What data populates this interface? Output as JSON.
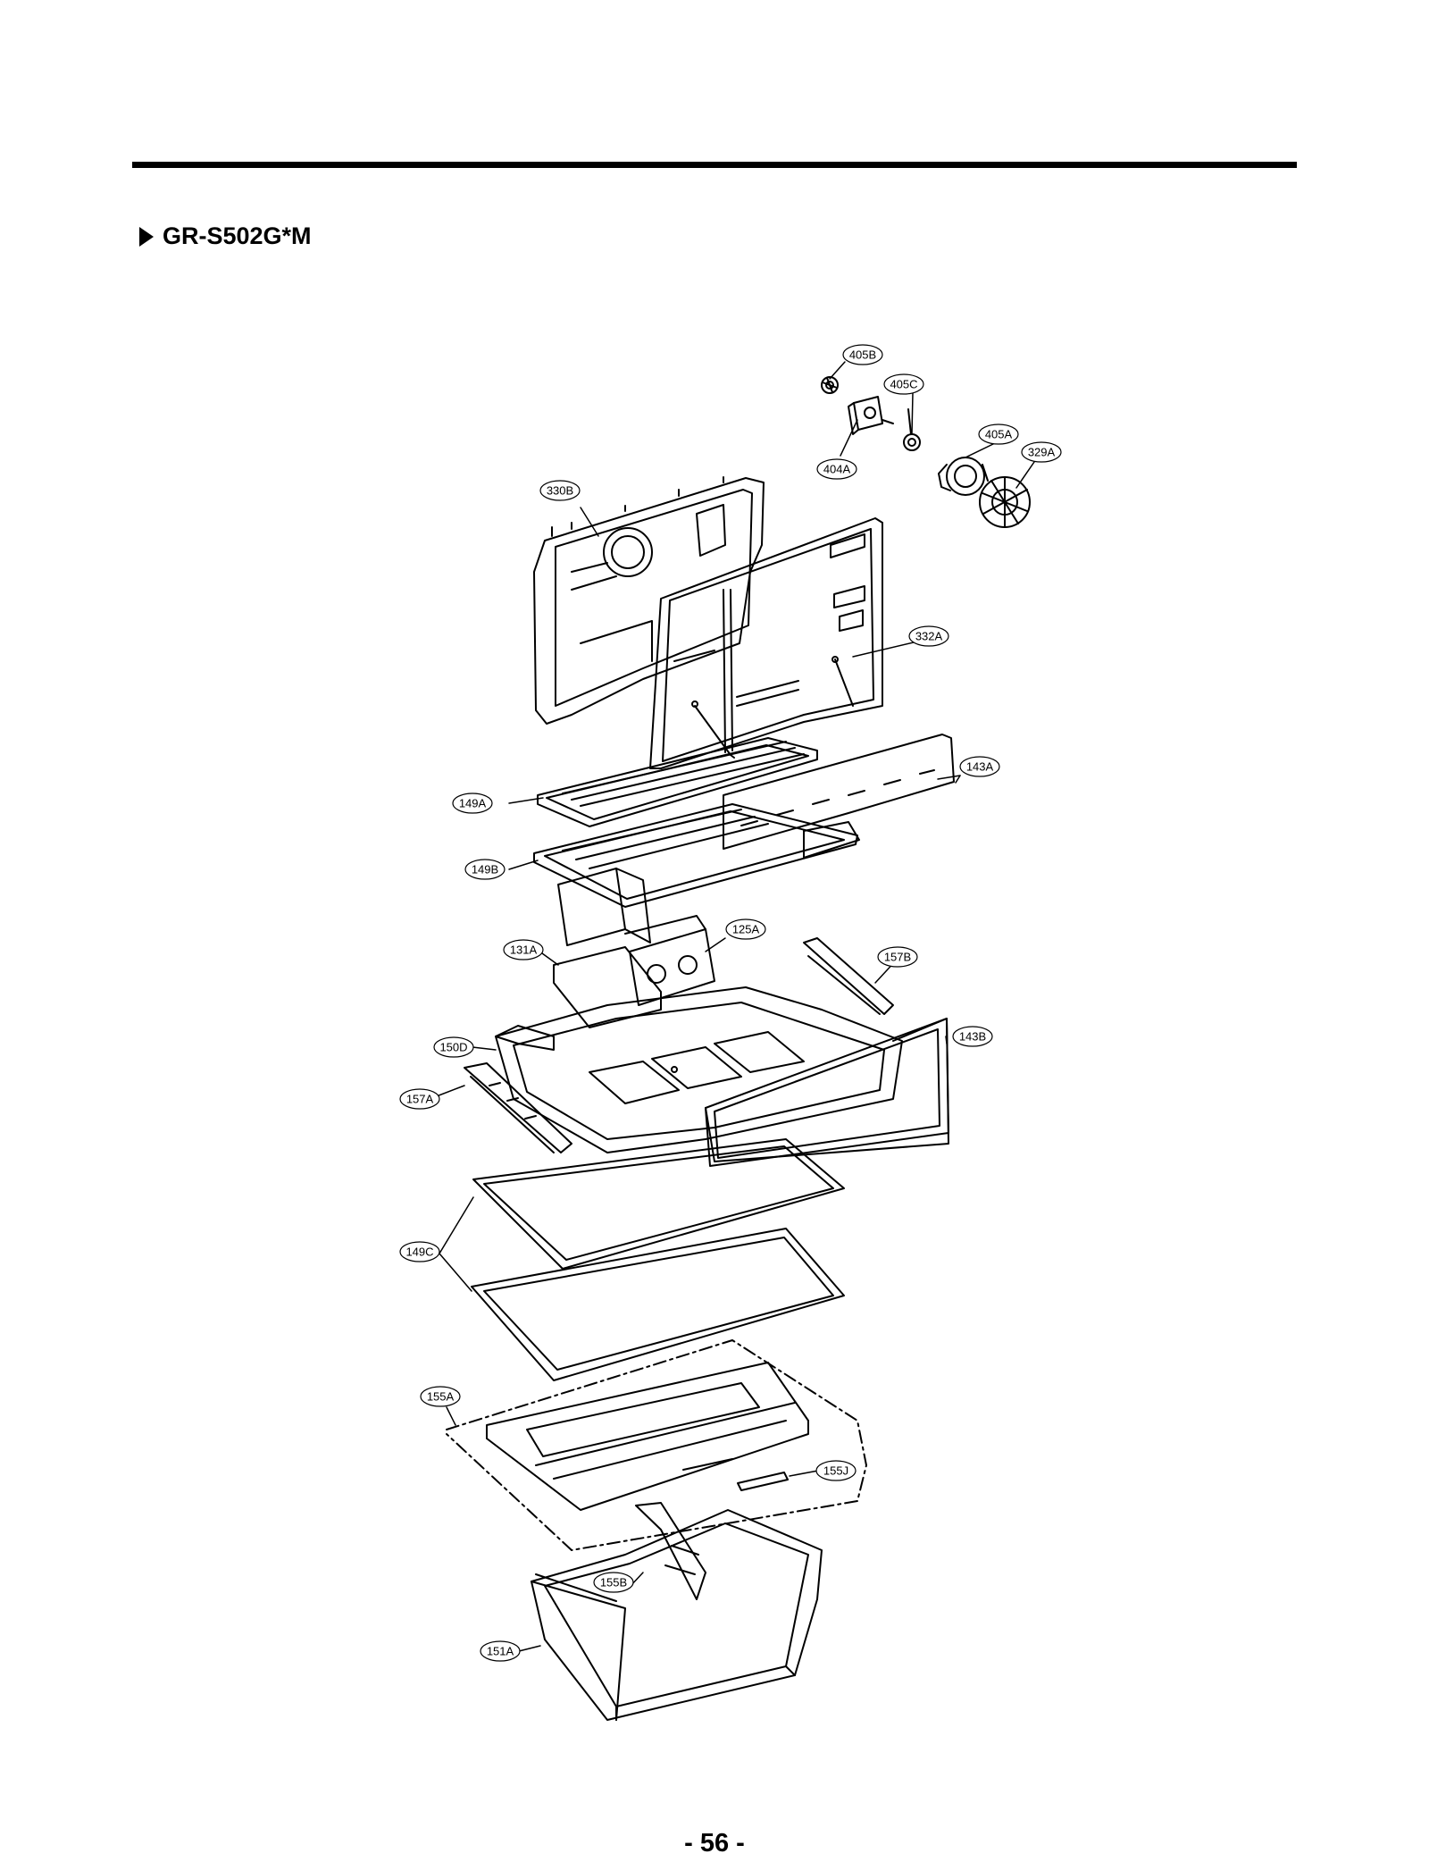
{
  "header": {
    "model": "GR-S502G*M"
  },
  "callouts": [
    {
      "label": "405B"
    },
    {
      "label": "405C"
    },
    {
      "label": "404A"
    },
    {
      "label": "405A"
    },
    {
      "label": "329A"
    },
    {
      "label": "330B"
    },
    {
      "label": "332A"
    },
    {
      "label": "143A"
    },
    {
      "label": "149A"
    },
    {
      "label": "149B"
    },
    {
      "label": "125A"
    },
    {
      "label": "131A"
    },
    {
      "label": "157B"
    },
    {
      "label": "150D"
    },
    {
      "label": "143B"
    },
    {
      "label": "157A"
    },
    {
      "label": "149C"
    },
    {
      "label": "155A"
    },
    {
      "label": "155J"
    },
    {
      "label": "155B"
    },
    {
      "label": "151A"
    }
  ],
  "footer": {
    "page_number": "- 56 -"
  }
}
